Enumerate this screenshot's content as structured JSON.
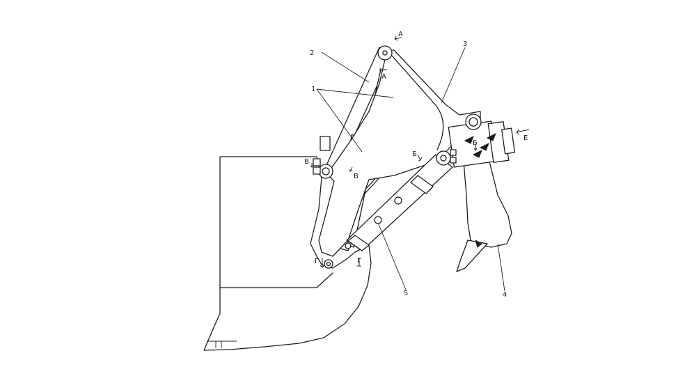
{
  "diagram": {
    "callouts": {
      "c1": "1",
      "c2": "2",
      "c3": "3",
      "c4": "4",
      "c5": "5"
    },
    "sections": {
      "a_top": "А",
      "a_low": "А",
      "b_left": "Б",
      "b_right": "Б",
      "v_left": "В",
      "v_right": "В",
      "g_left": "Г",
      "g_right": "Г",
      "e": "Е"
    }
  }
}
